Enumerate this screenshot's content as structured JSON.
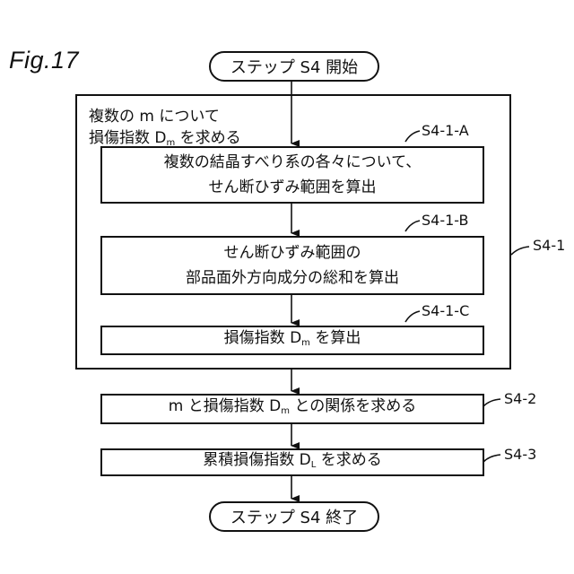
{
  "figure_label": "Fig.17",
  "start": "ステップ S4 開始",
  "end": "ステップ S4 終了",
  "group": {
    "title_line1": "複数の m について",
    "title_line2_pre": "損傷指数 D",
    "title_line2_sub": "m",
    "title_line2_post": " を求める",
    "tag": "S4-1"
  },
  "steps": {
    "s411": {
      "line1": "複数の結晶すべり系の各々について、",
      "line2": "せん断ひずみ範囲を算出",
      "tag": "S4-1-A"
    },
    "s412": {
      "line1": "せん断ひずみ範囲の",
      "line2": "部品面外方向成分の総和を算出",
      "tag": "S4-1-B"
    },
    "s413": {
      "pre": "損傷指数 D",
      "sub": "m",
      "post": " を算出",
      "tag": "S4-1-C"
    },
    "s42": {
      "pre": "m と損傷指数 D",
      "sub": "m",
      "post": " との関係を求める",
      "tag": "S4-2"
    },
    "s43": {
      "pre": "累積損傷指数 D",
      "sub": "L",
      "post": " を求める",
      "tag": "S4-3"
    }
  }
}
